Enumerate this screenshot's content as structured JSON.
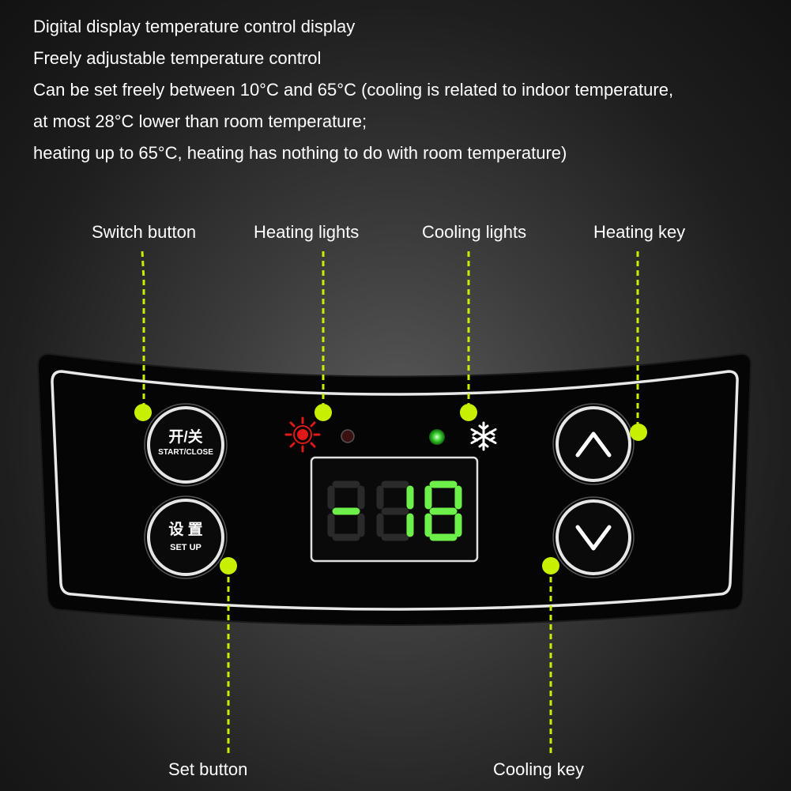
{
  "description": [
    "Digital display temperature control display",
    "Freely adjustable temperature control",
    "Can be set freely between 10°C and 65°C (cooling is related to indoor temperature,",
    "at most 28°C lower than room temperature;",
    "heating up to 65°C, heating has nothing to do with room temperature)"
  ],
  "callouts": {
    "switch_button": "Switch button",
    "heating_lights": "Heating lights",
    "cooling_lights": "Cooling lights",
    "heating_key": "Heating key",
    "set_button": "Set button",
    "cooling_key": "Cooling key"
  },
  "panel": {
    "start_close_cn": "开/关",
    "start_close_en": "START/CLOSE",
    "set_up_cn": "设 置",
    "set_up_en": "SET UP",
    "display_value": "-18"
  },
  "colors": {
    "accent_green": "#c6f000",
    "display_green": "#6ef04a",
    "heating_red": "#e01818"
  },
  "icons": [
    "sun-icon",
    "snowflake-icon",
    "up-arrow-icon",
    "down-arrow-icon"
  ]
}
